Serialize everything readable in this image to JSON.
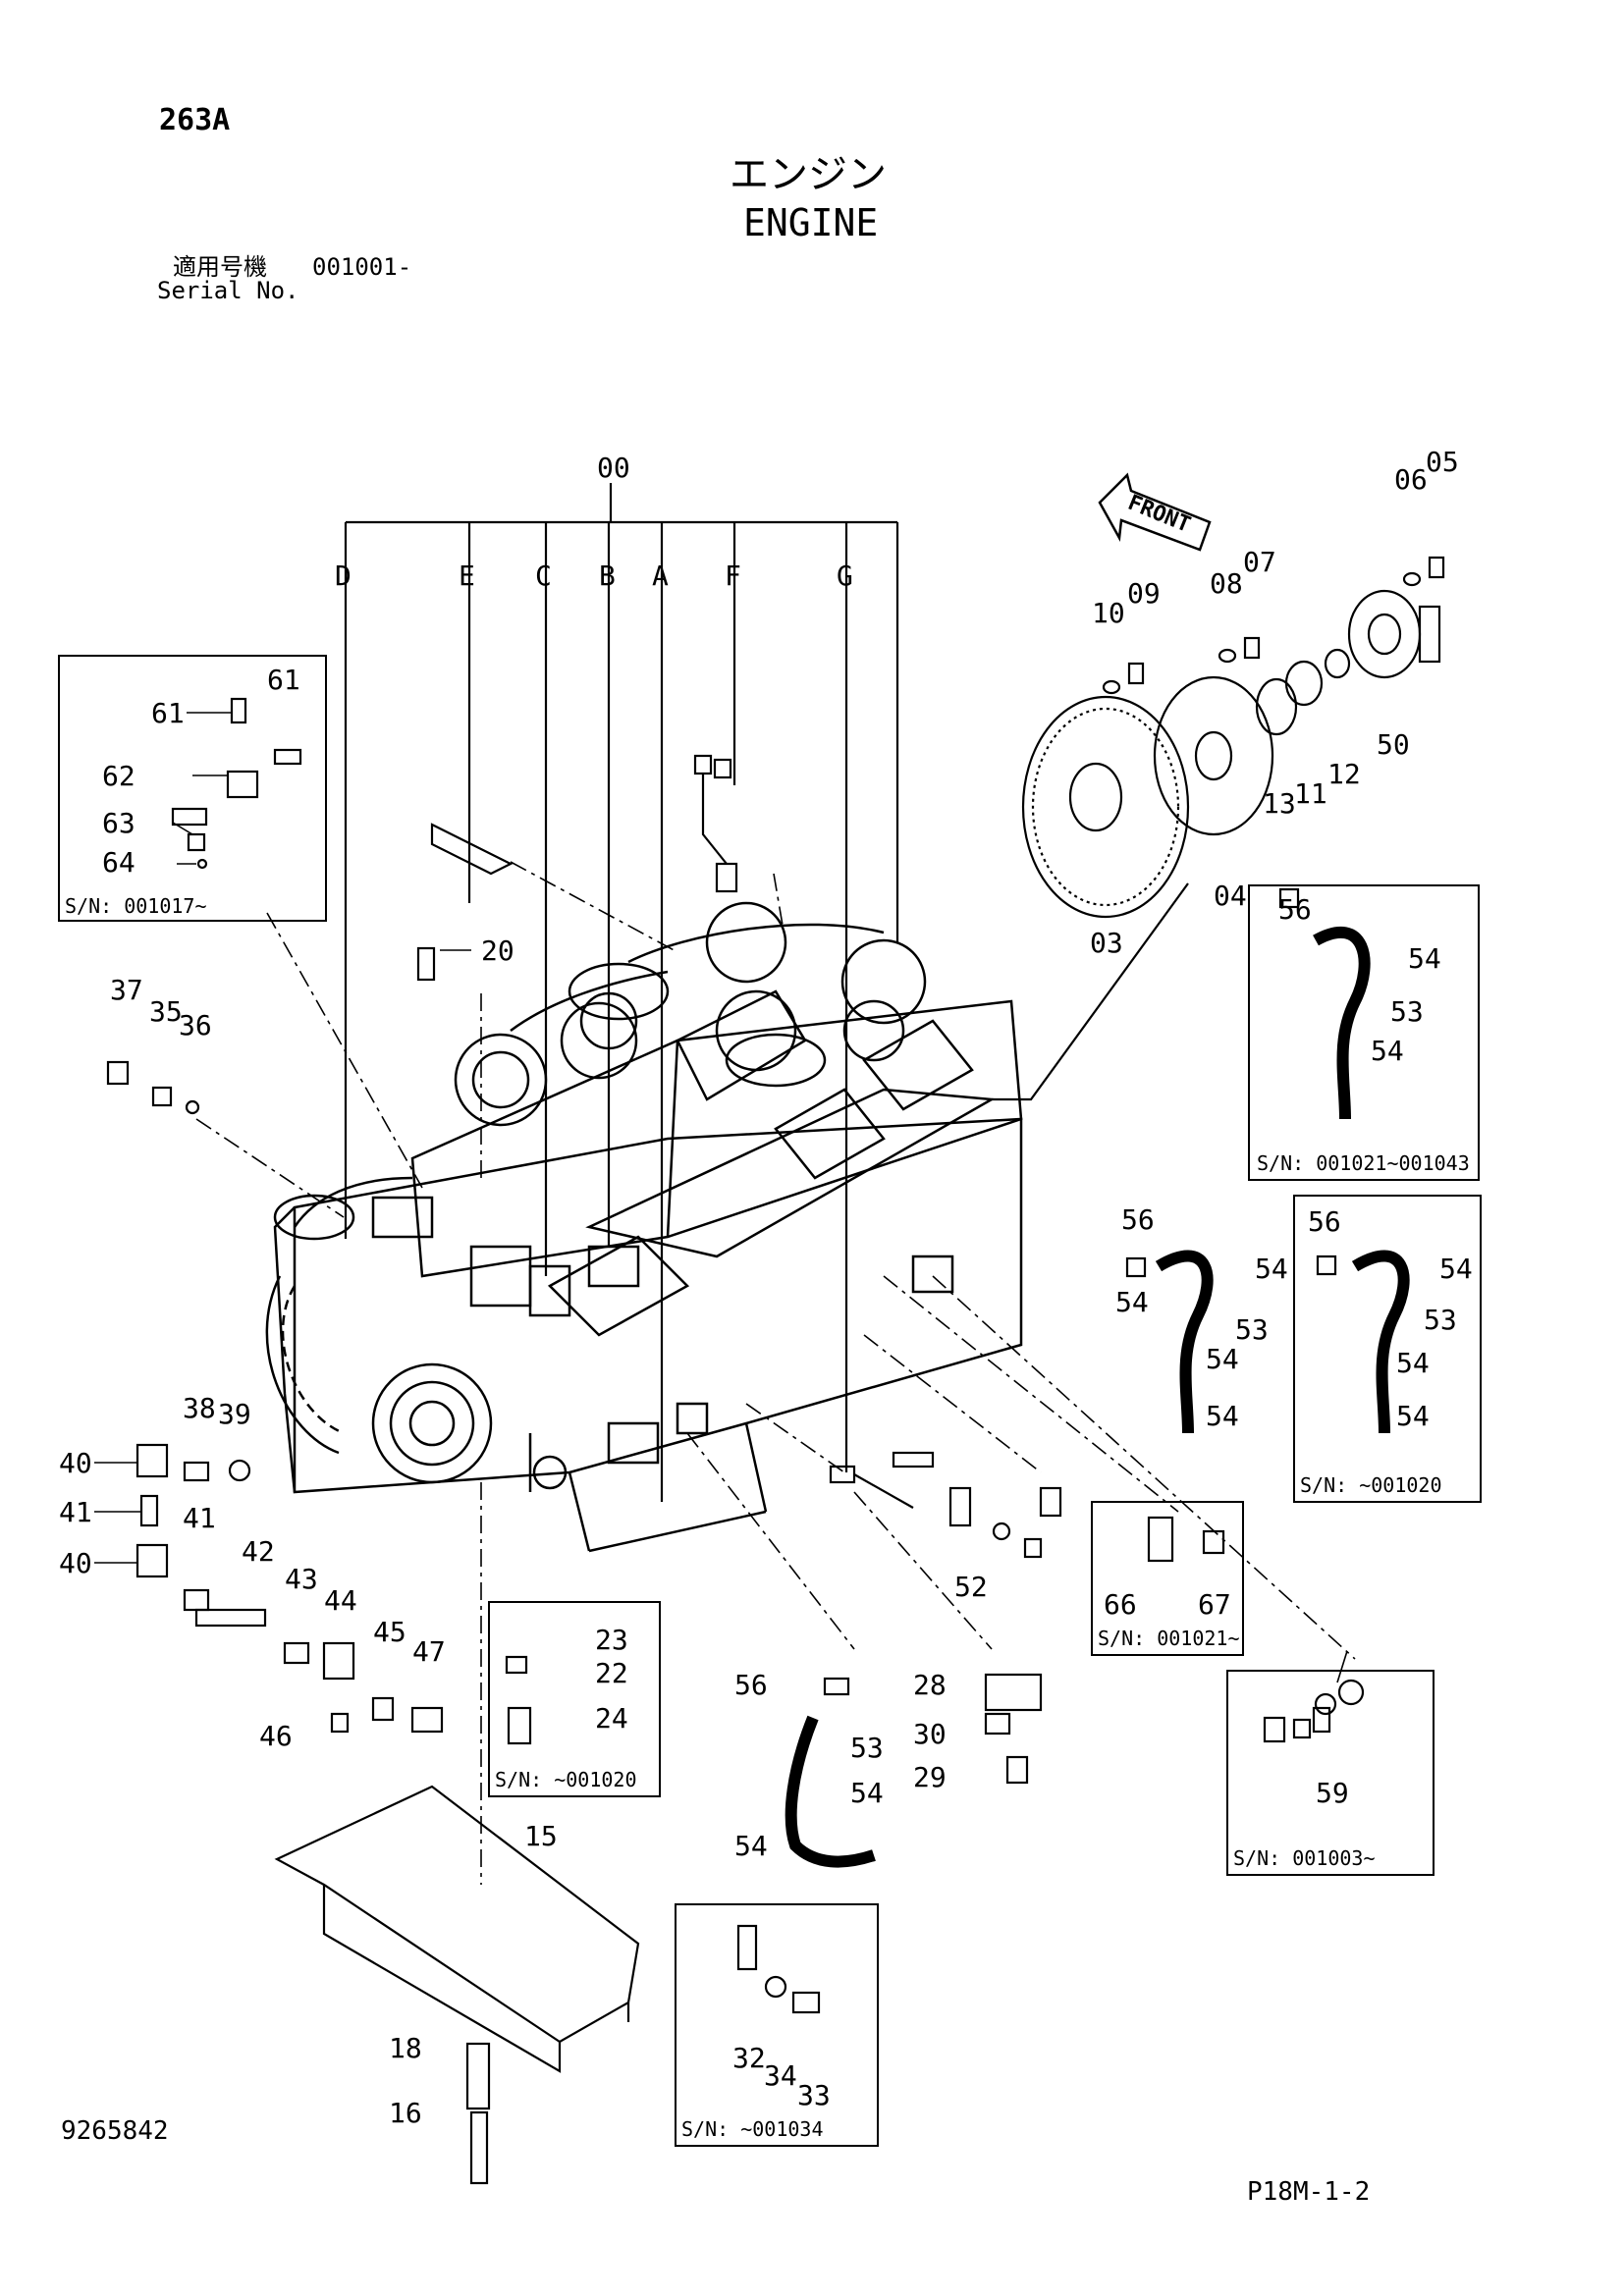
{
  "page_code": "263A",
  "title_jp": "エンジン",
  "title_en": "ENGINE",
  "serial_label_jp": "適用号機",
  "serial_range": "001001-",
  "serial_label_en": "Serial No.",
  "document_number": "9265842",
  "page_reference": "P18M-1-2",
  "front_label": "FRONT",
  "assembly_callout": "00",
  "sub_groups": [
    "D",
    "E",
    "C",
    "B",
    "A",
    "F",
    "G"
  ],
  "inset_boxes": [
    {
      "id": "inset-a",
      "serial": "S/N: 001017~",
      "parts": [
        "61",
        "61",
        "62",
        "63",
        "64"
      ]
    },
    {
      "id": "inset-b",
      "serial": "S/N: 001021~001043",
      "parts": [
        "56",
        "54",
        "53",
        "54"
      ]
    },
    {
      "id": "inset-c",
      "serial": "S/N: ~001020",
      "parts": [
        "56",
        "54",
        "53",
        "54",
        "54"
      ]
    },
    {
      "id": "inset-d",
      "serial": "S/N: 001021~",
      "parts": [
        "66",
        "67"
      ]
    },
    {
      "id": "inset-e",
      "serial": "S/N: ~001020",
      "parts": [
        "23",
        "22",
        "24"
      ]
    },
    {
      "id": "inset-f",
      "serial": "S/N: 001003~",
      "parts": [
        "59"
      ]
    },
    {
      "id": "inset-g",
      "serial": "S/N: ~001034",
      "parts": [
        "32",
        "34",
        "33"
      ]
    }
  ],
  "part_labels": [
    {
      "id": "p20",
      "text": "20"
    },
    {
      "id": "p37",
      "text": "37"
    },
    {
      "id": "p35",
      "text": "35"
    },
    {
      "id": "p36",
      "text": "36"
    },
    {
      "id": "p10",
      "text": "10"
    },
    {
      "id": "p09",
      "text": "09"
    },
    {
      "id": "p08",
      "text": "08"
    },
    {
      "id": "p07",
      "text": "07"
    },
    {
      "id": "p06",
      "text": "06"
    },
    {
      "id": "p05",
      "text": "05"
    },
    {
      "id": "p13",
      "text": "13"
    },
    {
      "id": "p11",
      "text": "11"
    },
    {
      "id": "p12",
      "text": "12"
    },
    {
      "id": "p50",
      "text": "50"
    },
    {
      "id": "p04",
      "text": "04"
    },
    {
      "id": "p03",
      "text": "03"
    },
    {
      "id": "p56a",
      "text": "56"
    },
    {
      "id": "p54a",
      "text": "54"
    },
    {
      "id": "p54b",
      "text": "54"
    },
    {
      "id": "p53a",
      "text": "53"
    },
    {
      "id": "p54c",
      "text": "54"
    },
    {
      "id": "p54d",
      "text": "54"
    },
    {
      "id": "p38",
      "text": "38"
    },
    {
      "id": "p39",
      "text": "39"
    },
    {
      "id": "p40a",
      "text": "40"
    },
    {
      "id": "p41a",
      "text": "41"
    },
    {
      "id": "p41b",
      "text": "41"
    },
    {
      "id": "p40b",
      "text": "40"
    },
    {
      "id": "p42",
      "text": "42"
    },
    {
      "id": "p43",
      "text": "43"
    },
    {
      "id": "p44",
      "text": "44"
    },
    {
      "id": "p45",
      "text": "45"
    },
    {
      "id": "p47",
      "text": "47"
    },
    {
      "id": "p46",
      "text": "46"
    },
    {
      "id": "p52",
      "text": "52"
    },
    {
      "id": "p56b",
      "text": "56"
    },
    {
      "id": "p53b",
      "text": "53"
    },
    {
      "id": "p54e",
      "text": "54"
    },
    {
      "id": "p54f",
      "text": "54"
    },
    {
      "id": "p28",
      "text": "28"
    },
    {
      "id": "p30",
      "text": "30"
    },
    {
      "id": "p29",
      "text": "29"
    },
    {
      "id": "p15",
      "text": "15"
    },
    {
      "id": "p18",
      "text": "18"
    },
    {
      "id": "p16",
      "text": "16"
    }
  ],
  "colors": {
    "ink": "#000000",
    "paper": "#ffffff"
  }
}
